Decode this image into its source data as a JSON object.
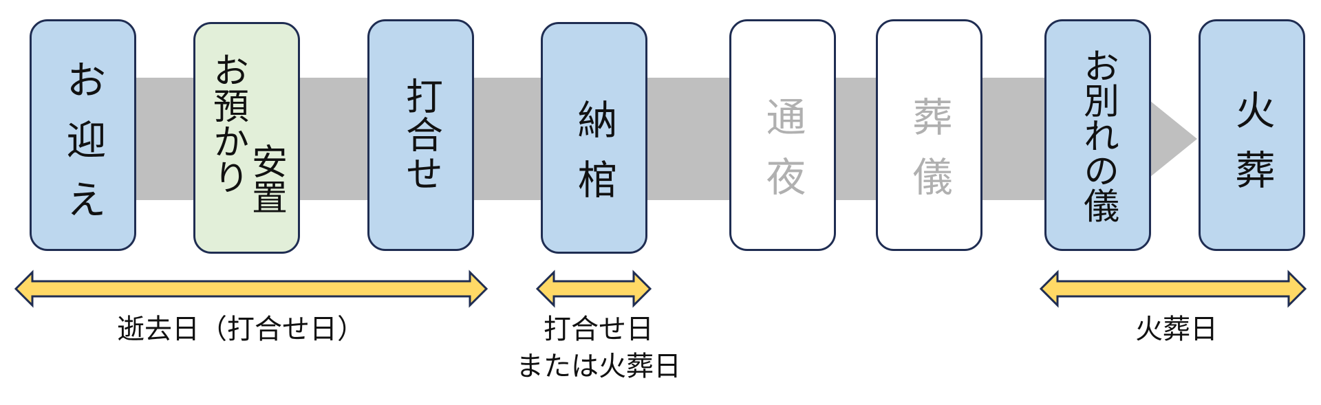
{
  "steps": [
    {
      "label": "お迎え",
      "style": "blue"
    },
    {
      "label_a": "お預かり",
      "label_b": "安置",
      "style": "green"
    },
    {
      "label": "打合せ",
      "style": "blue"
    },
    {
      "label": "納棺",
      "style": "blue"
    },
    {
      "label": "通夜",
      "style": "empty",
      "text_color": "dim"
    },
    {
      "label": "葬儀",
      "style": "empty",
      "text_color": "dim"
    },
    {
      "label": "お別れの儀",
      "style": "blue"
    },
    {
      "label": "火葬",
      "style": "blue"
    }
  ],
  "ranges": [
    {
      "lines": [
        "逝去日（打合せ日）"
      ]
    },
    {
      "lines": [
        "打合せ日",
        "または火葬日"
      ]
    },
    {
      "lines": [
        "火葬日"
      ]
    }
  ],
  "colors": {
    "flow_band": "#bfbfbf",
    "box_blue": "#bdd7ee",
    "box_green": "#e2efd9",
    "box_border": "#1f2d52",
    "range_arrow_fill": "#ffd966",
    "range_arrow_stroke": "#1f2d52",
    "dim_text": "#b0b0b0"
  },
  "icons": [
    "chevron-right-arrow",
    "double-headed-arrow"
  ]
}
